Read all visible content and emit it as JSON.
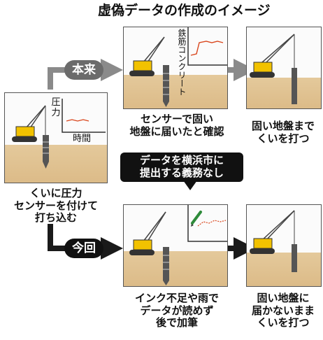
{
  "title": "虚偽データの作成のイメージ",
  "labels": {
    "pressure": "圧力",
    "time": "時間",
    "rebar": "鉄筋コンクリート"
  },
  "captions": {
    "start": "くいに圧力\nセンサーを付けて\n打ち込む",
    "proper_check": "センサーで固い\n地盤に届いたと確認",
    "proper_drive": "固い地盤まで\nくいを打つ",
    "fake_add": "インク不足や雨で\nデータが読めず\n後で加筆",
    "fake_drive": "固い地盤に\n届かないまま\nくいを打つ"
  },
  "badges": {
    "proper": "本来",
    "current": "今回"
  },
  "callout": "データを横浜市に\n提出する義務なし",
  "colors": {
    "ground": "#dfc08e",
    "machine": "#f2c200",
    "arrow": "#8a8a8a",
    "arrow_dark": "#1a1a1a",
    "graph_line": "#d9441a",
    "badge_gray": "#6b6b6b",
    "badge_black": "#111111",
    "callout_bg": "#111111"
  }
}
